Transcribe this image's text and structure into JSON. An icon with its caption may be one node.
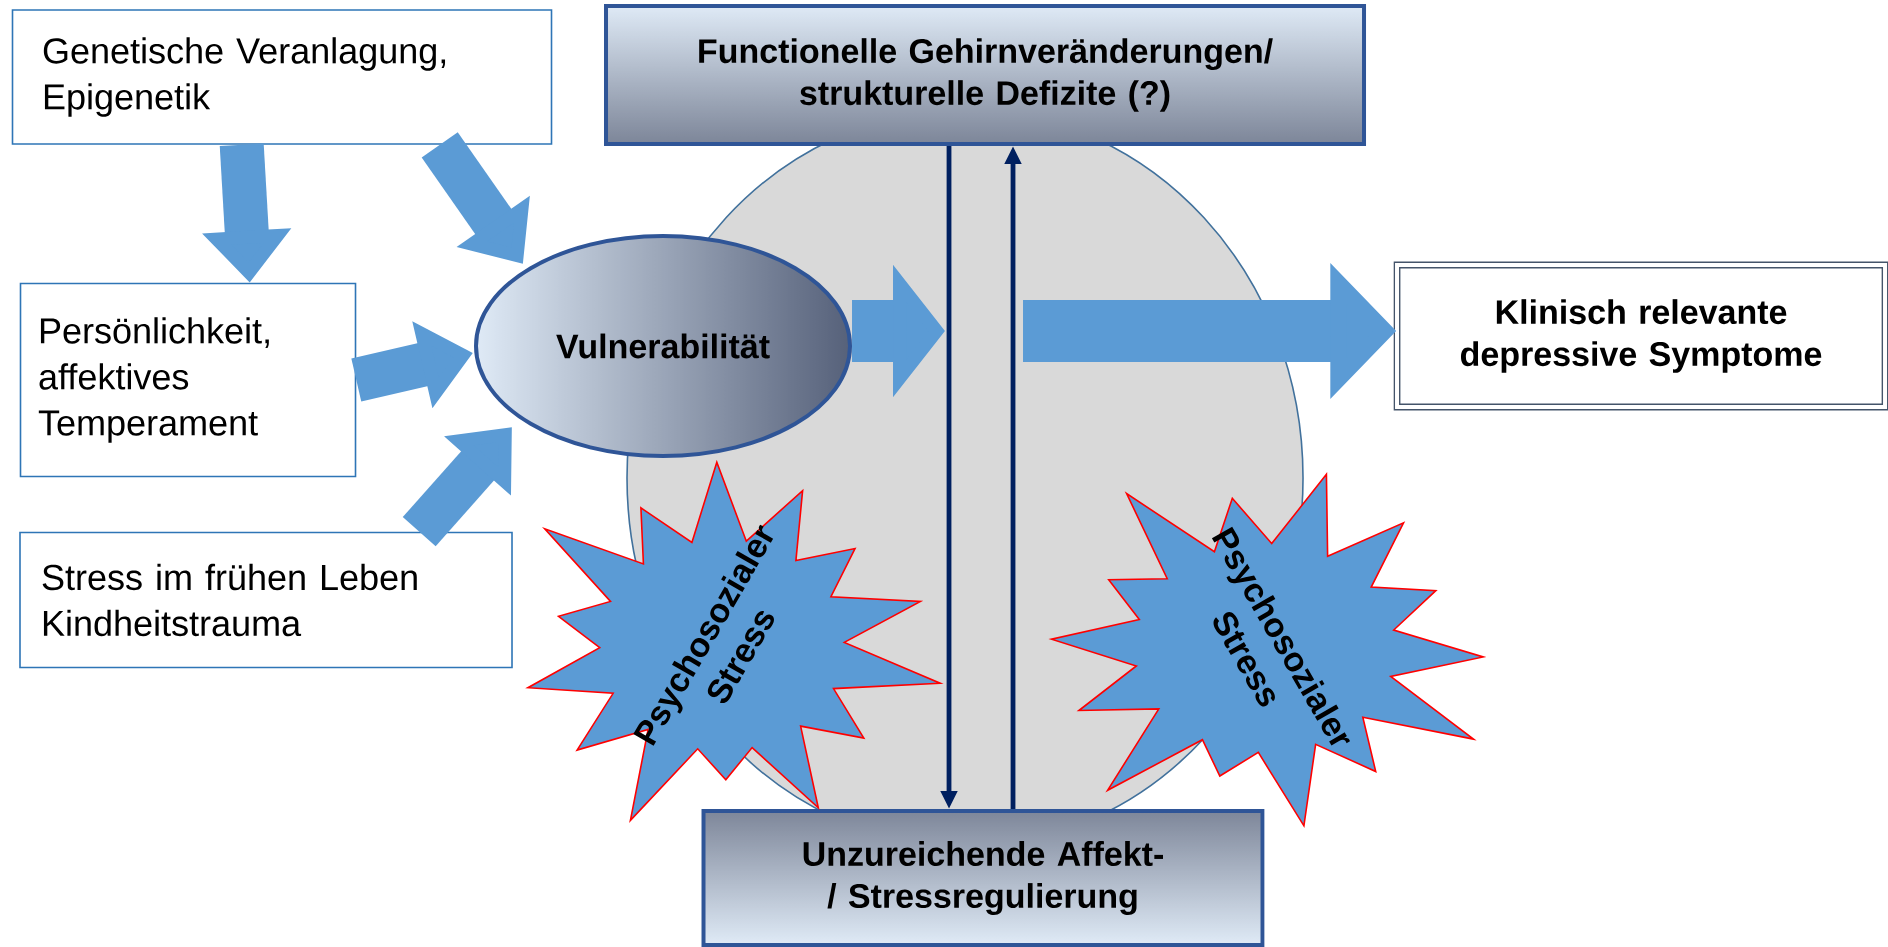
{
  "diagram": {
    "nodes": [
      {
        "text": [
          "Genetische Veranlagung, Epigenetik"
        ]
      },
      {
        "text": [
          "Persönlichkeit, affektives Temperament"
        ]
      },
      {
        "text": [
          "Stress im frühen Leben Kindheitstrauma"
        ]
      },
      {
        "text": [
          "Vulnerabilität"
        ]
      },
      {
        "text": [
          "Functionelle Gehirnveränderungen/ strukturelle Defizite (?)"
        ]
      },
      {
        "text": [
          "Klinisch relevante depressive Symptome"
        ]
      },
      {
        "text": [
          "Unzureichende Affekt-/ Stressregulierung"
        ]
      },
      {
        "text": [
          "Psychosozialer Stress"
        ]
      },
      {
        "text": [
          "Psychosozialer Stress"
        ]
      }
    ],
    "edges": [
      {
        "from": 0,
        "to": 1,
        "arrow": "to"
      },
      {
        "from": 0,
        "to": 3,
        "arrow": "to"
      },
      {
        "from": 1,
        "to": 3,
        "arrow": "to"
      },
      {
        "from": 2,
        "to": 3,
        "arrow": "to"
      },
      {
        "from": 3,
        "to": null,
        "arrow": "to"
      },
      {
        "from": null,
        "to": 5,
        "arrow": "to"
      },
      {
        "from": 4,
        "to": 6,
        "arrow": "to",
        "color": "#002060"
      },
      {
        "from": 6,
        "to": 4,
        "arrow": "to",
        "color": "#002060"
      }
    ]
  }
}
